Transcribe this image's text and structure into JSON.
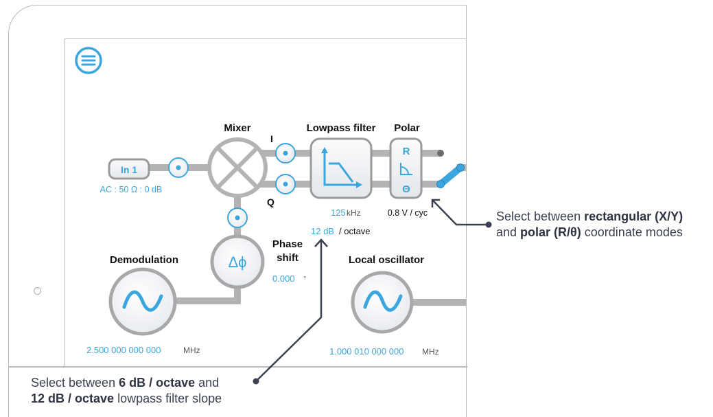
{
  "menu": {
    "icon": "hamburger-menu-icon"
  },
  "blocks": {
    "input": {
      "label": "In 1",
      "setting": "AC : 50 Ω : 0 dB"
    },
    "mixer": {
      "title": "Mixer",
      "output_i": "I",
      "output_q": "Q"
    },
    "lowpass": {
      "title": "Lowpass filter",
      "bandwidth_value": "125",
      "bandwidth_unit": "kHz",
      "slope_value": "12 dB",
      "slope_unit": "/ octave"
    },
    "polar": {
      "title": "Polar",
      "top_symbol": "R",
      "bottom_symbol": "Θ",
      "scale": "0.8 V / cyc"
    },
    "phase_shift": {
      "title_line1": "Phase",
      "title_line2": "shift",
      "symbol": "Δϕ",
      "value": "0.000",
      "unit": "°"
    },
    "demodulation": {
      "title": "Demodulation",
      "freq_value": "2.500 000 000 000",
      "freq_unit": "MHz"
    },
    "local_oscillator": {
      "title": "Local oscillator",
      "freq_value": "1.000 010 000 000",
      "freq_unit": "MHz"
    }
  },
  "callouts": {
    "coordinate": {
      "prefix": "Select between ",
      "bold1": "rectangular (X/Y)",
      "mid": "and ",
      "bold2": "polar (R/θ)",
      "suffix": " coordinate modes"
    },
    "slope": {
      "prefix": "Select between ",
      "bold1": "6 dB / octave",
      "mid": " and",
      "bold2": "12 dB / octave",
      "suffix": " lowpass filter slope"
    }
  },
  "colors": {
    "accent": "#3aa6dd",
    "wire": "#b3b3b3",
    "callout_line": "#3b4150"
  }
}
